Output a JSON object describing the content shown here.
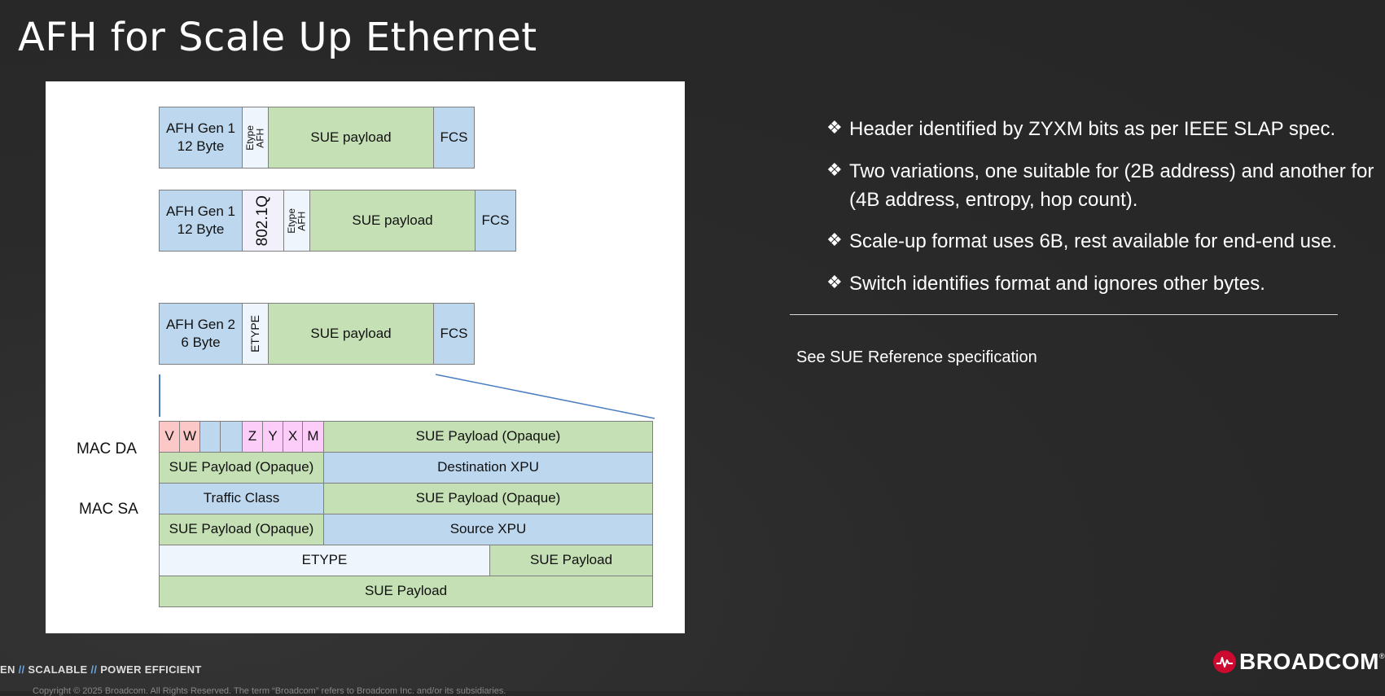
{
  "title": "AFH for Scale Up Ethernet",
  "diagram": {
    "row1": {
      "afh": [
        "AFH Gen 1",
        "12 Byte"
      ],
      "etype": [
        "Etype",
        "AFH"
      ],
      "payload": "SUE payload",
      "fcs": "FCS"
    },
    "row2": {
      "afh": [
        "AFH Gen 1",
        "12 Byte"
      ],
      "q": "802.1Q",
      "etype": [
        "Etype",
        "AFH"
      ],
      "payload": "SUE payload",
      "fcs": "FCS"
    },
    "row3": {
      "afh": [
        "AFH Gen 2",
        "6 Byte"
      ],
      "etype": "ETYPE",
      "payload": "SUE payload",
      "fcs": "FCS"
    },
    "mac_da_label": "MAC DA",
    "mac_sa_label": "MAC SA",
    "bits": [
      "V",
      "W",
      "",
      "",
      "Z",
      "Y",
      "X",
      "M"
    ],
    "table": {
      "r1_payload": "SUE Payload (Opaque)",
      "r2_left": "SUE Payload (Opaque)",
      "r2_right": "Destination XPU",
      "r3_left": "Traffic Class",
      "r3_right": "SUE Payload (Opaque)",
      "r4_left": "SUE Payload (Opaque)",
      "r4_right": "Source XPU",
      "r5_left": "ETYPE",
      "r5_right": "SUE Payload",
      "r6": "SUE Payload"
    }
  },
  "bullets": [
    "Header identified by ZYXM bits as per IEEE SLAP spec.",
    "Two variations, one suitable for (2B address) and another for (4B address, entropy, hop count).",
    "Scale-up format uses 6B, rest available for end-end use.",
    "Switch identifies format and ignores other bytes."
  ],
  "bullet_mark": "❖",
  "note": "See SUE Reference specification",
  "footer": {
    "tagline_a": "EN",
    "sep": "//",
    "tagline_b": "SCALABLE",
    "tagline_c": "POWER EFFICIENT",
    "logo": "BROADCOM",
    "copyright": "Copyright © 2025 Broadcom. All Rights Reserved. The term “Broadcom” refers to Broadcom Inc. and/or its subsidiaries."
  },
  "colors": {
    "blue": "#bdd7ee",
    "green": "#c5e0b4",
    "pink": "#fbc7c7",
    "magenta": "#fbcdf8",
    "brand_red": "#cc092f"
  }
}
